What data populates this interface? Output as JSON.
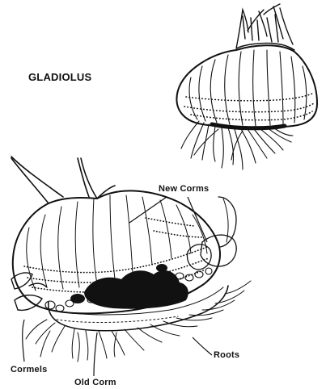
{
  "title": "GLADIOLUS",
  "labels": {
    "new_corms": "New Corms",
    "cormels": "Cormels",
    "old_corm": "Old Corm",
    "roots": "Roots"
  },
  "colors": {
    "ink": "#111111",
    "background": "#ffffff"
  }
}
